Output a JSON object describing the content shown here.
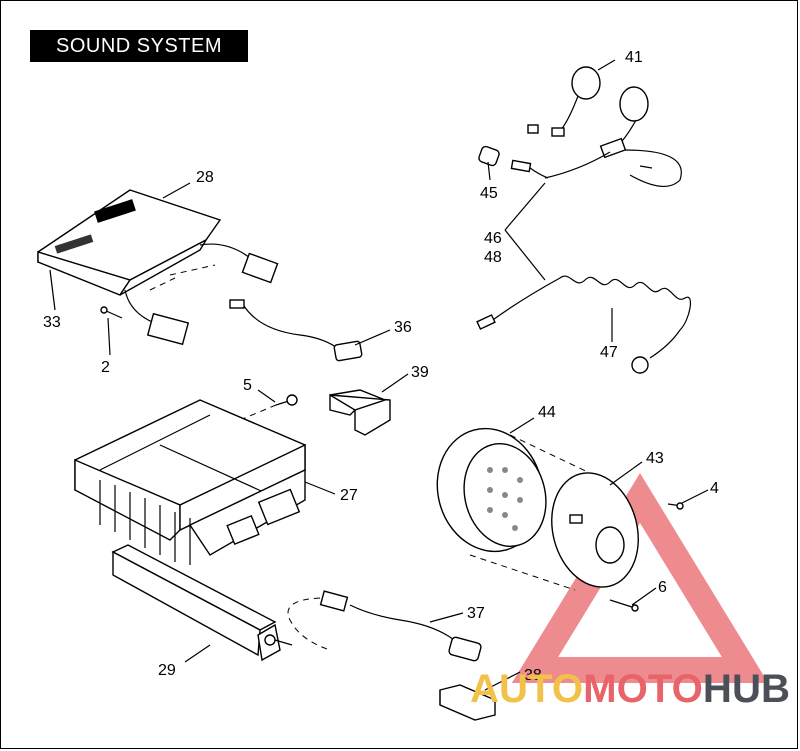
{
  "title": "SOUND SYSTEM",
  "callouts": [
    {
      "id": "28",
      "label": "28"
    },
    {
      "id": "33",
      "label": "33"
    },
    {
      "id": "2",
      "label": "2"
    },
    {
      "id": "36",
      "label": "36"
    },
    {
      "id": "41",
      "label": "41"
    },
    {
      "id": "45",
      "label": "45"
    },
    {
      "id": "46",
      "label": "46"
    },
    {
      "id": "48",
      "label": "48"
    },
    {
      "id": "47",
      "label": "47"
    },
    {
      "id": "5",
      "label": "5"
    },
    {
      "id": "39",
      "label": "39"
    },
    {
      "id": "44",
      "label": "44"
    },
    {
      "id": "43",
      "label": "43"
    },
    {
      "id": "4",
      "label": "4"
    },
    {
      "id": "27",
      "label": "27"
    },
    {
      "id": "6",
      "label": "6"
    },
    {
      "id": "37",
      "label": "37"
    },
    {
      "id": "29",
      "label": "29"
    },
    {
      "id": "38",
      "label": "38"
    }
  ],
  "watermark": {
    "part1": "AUTO",
    "part2": "MOTO",
    "part3": "HUB",
    "color_part1": "#f2c14a",
    "color_part2": "#e8646a",
    "color_part3": "#4a4f58",
    "triangle_color": "#e8646a"
  }
}
